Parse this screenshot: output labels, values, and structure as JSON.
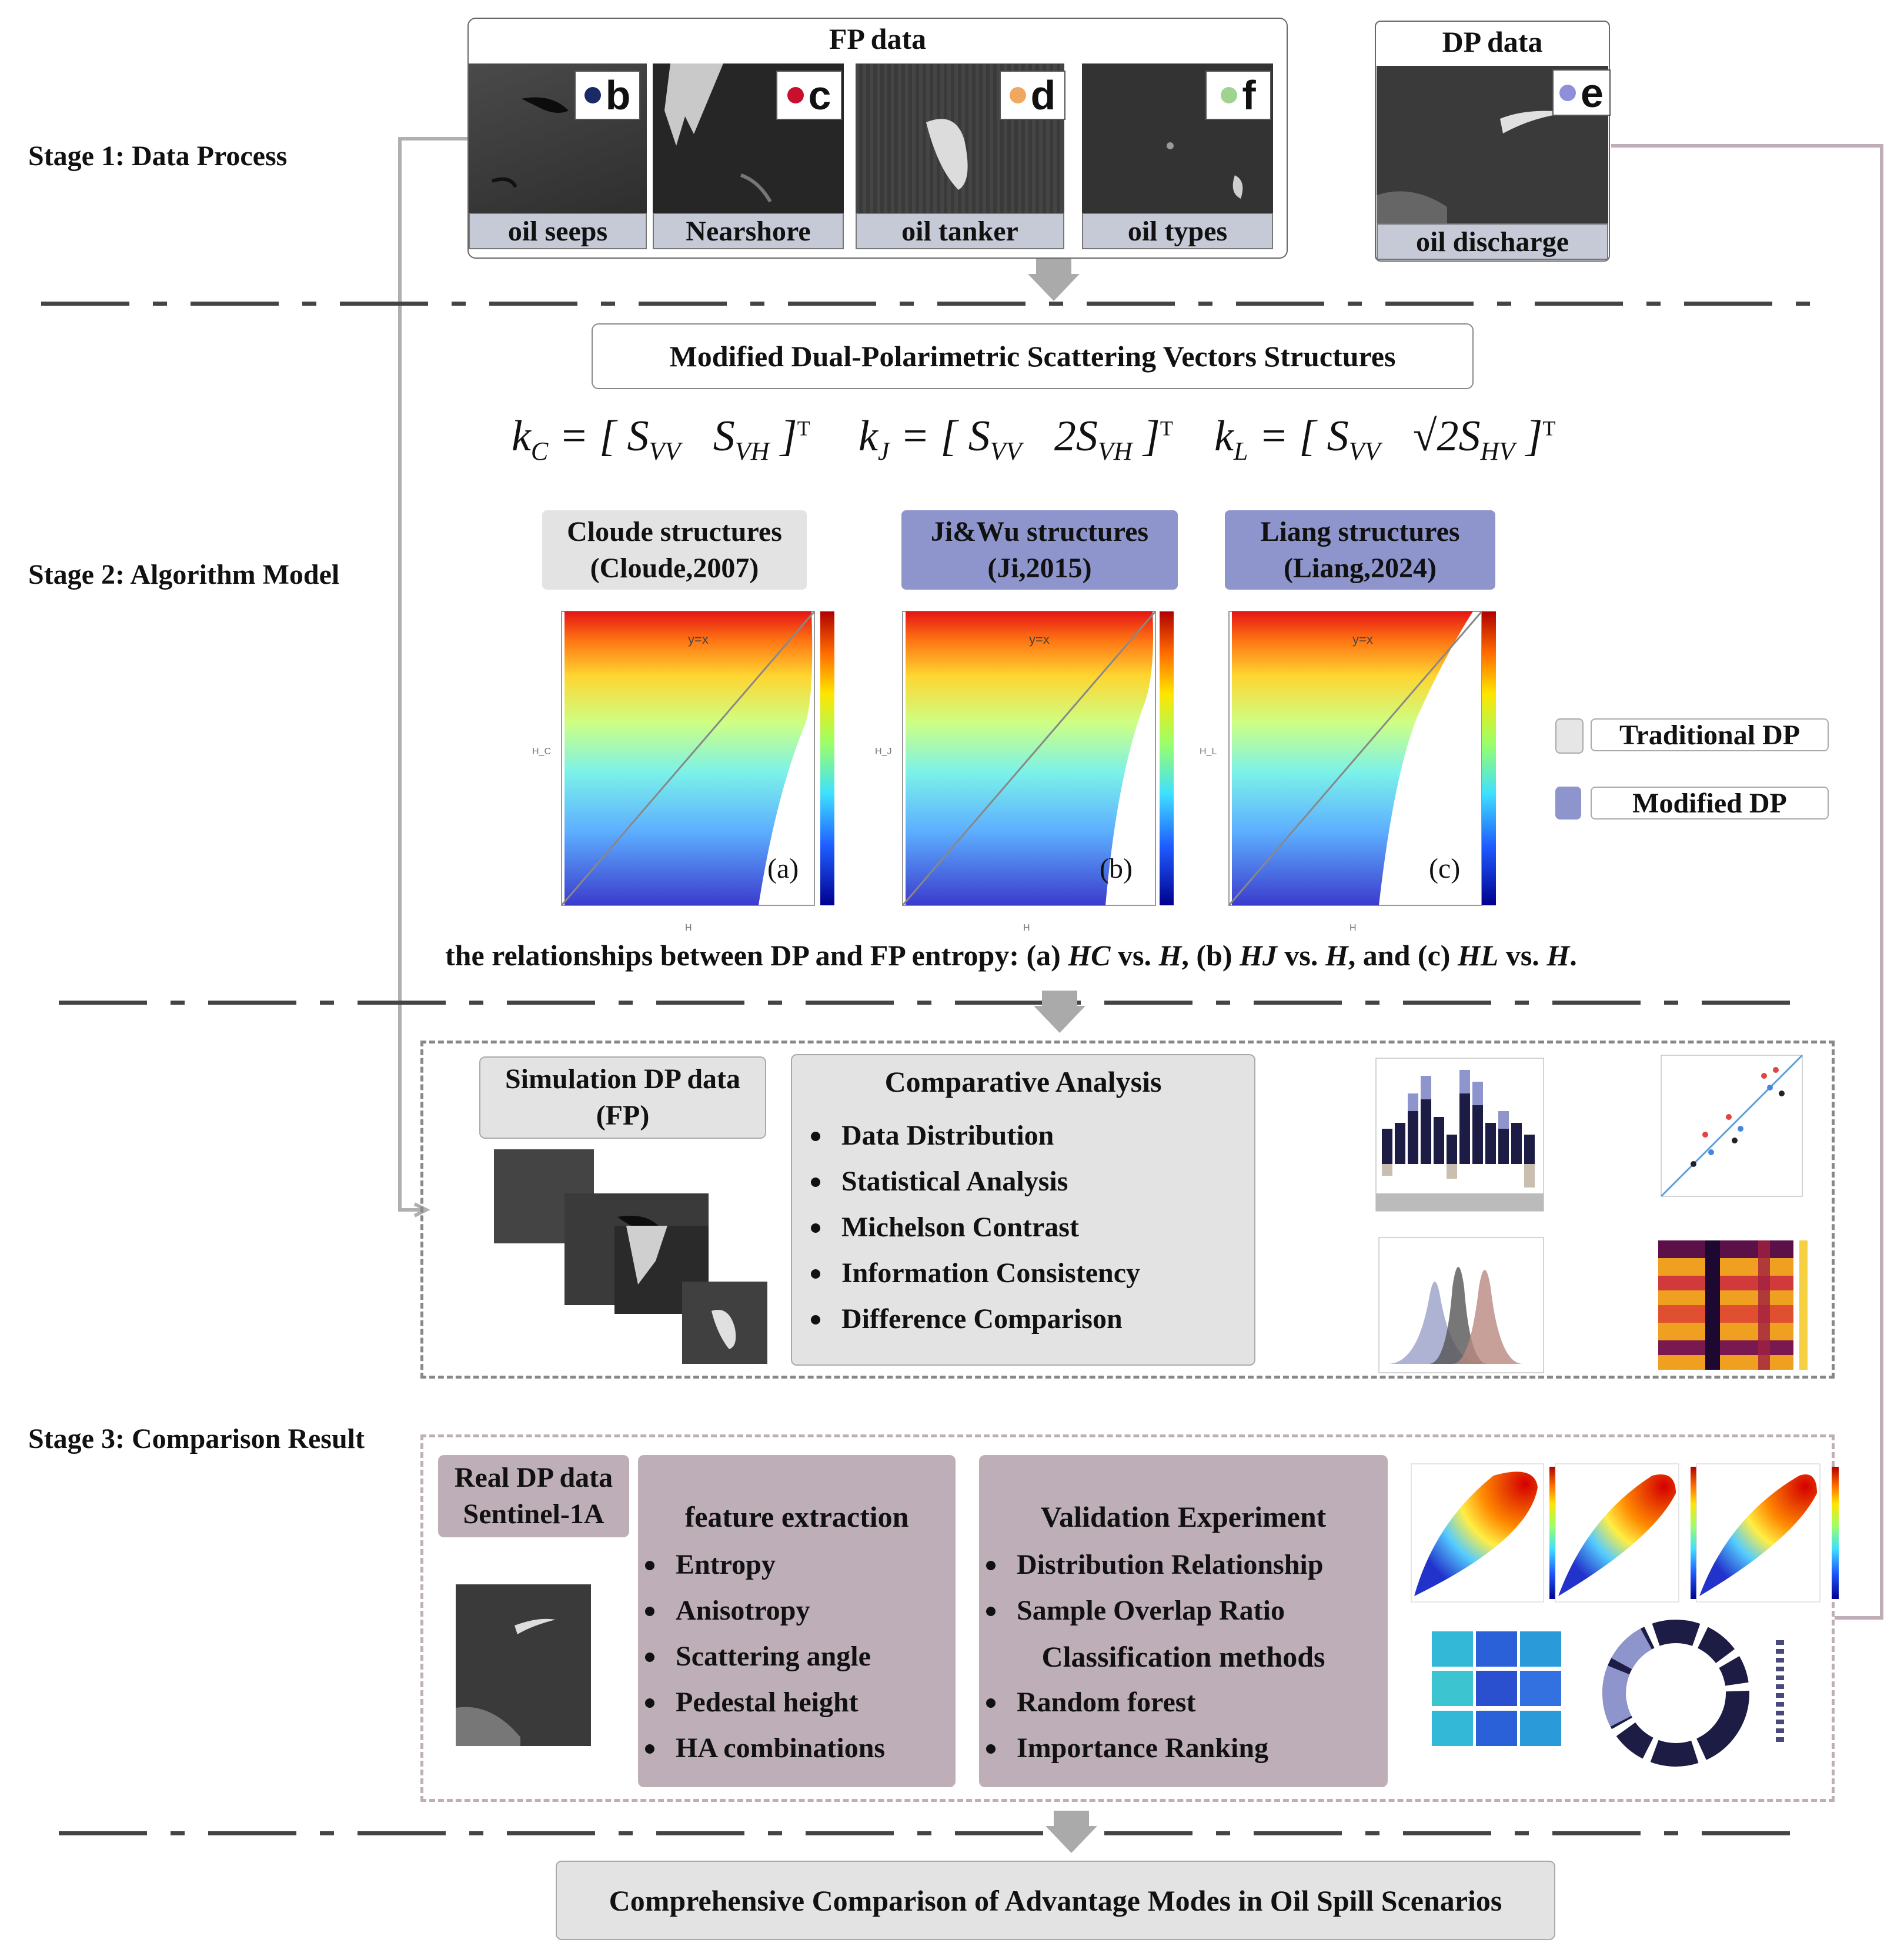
{
  "stages": {
    "s1": "Stage 1: Data Process",
    "s2": "Stage 2: Algorithm Model",
    "s3": "Stage 3: Comparison Result"
  },
  "fp": {
    "title": "FP  data",
    "panels": [
      {
        "badge": "b",
        "caption": "oil seeps",
        "color": "#1a2a66"
      },
      {
        "badge": "c",
        "caption": "Nearshore",
        "color": "#c8102e"
      },
      {
        "badge": "d",
        "caption": "oil tanker",
        "color": "#f0a860"
      },
      {
        "badge": "f",
        "caption": "oil types",
        "color": "#9fd38f"
      }
    ]
  },
  "dp": {
    "title": "DP data",
    "badge": "e",
    "caption": "oil discharge",
    "color": "#8e8fd8"
  },
  "structures_title": "Modified Dual-Polarimetric Scattering Vectors Structures",
  "structures": [
    {
      "line1": "Cloude structures",
      "line2": "(Cloude,2007)",
      "bg": "#e3e3e3"
    },
    {
      "line1": "Ji&Wu structures",
      "line2": "(Ji,2015)",
      "bg": "#8d95cc"
    },
    {
      "line1": "Liang structures",
      "line2": "(Liang,2024)",
      "bg": "#8d95cc"
    }
  ],
  "plots": [
    {
      "tag": "(a)",
      "ylabel": "H_C",
      "xlabel": "H",
      "diag": "y=x"
    },
    {
      "tag": "(b)",
      "ylabel": "H_J",
      "xlabel": "H",
      "diag": "y=x"
    },
    {
      "tag": "(c)",
      "ylabel": "H_L",
      "xlabel": "H",
      "diag": "y=x"
    }
  ],
  "legend": [
    {
      "label": "Traditional DP",
      "color": "#e6e6e6"
    },
    {
      "label": "Modified DP",
      "color": "#8d95cc"
    }
  ],
  "relationship": {
    "pre": "the relationships between DP and FP entropy: (a) ",
    "hc": "HC",
    "vs1": " vs. ",
    "h1": "H",
    "mid1": ", (b) ",
    "hj": "HJ",
    "vs2": " vs. ",
    "h2": "H",
    "mid2": ", and (c) ",
    "hl": "HL",
    "vs3": " vs. ",
    "h3": "H",
    "end": "."
  },
  "simulation": {
    "line1": "Simulation DP data",
    "line2": "(FP)"
  },
  "comparative": {
    "title": "Comparative Analysis",
    "items": [
      "Data Distribution",
      "Statistical Analysis",
      "Michelson Contrast",
      "Information Consistency",
      "Difference Comparison"
    ]
  },
  "real": {
    "line1": "Real DP data",
    "line2": "Sentinel-1A"
  },
  "feature": {
    "title": "feature extraction",
    "items": [
      "Entropy",
      "Anisotropy",
      "Scattering angle",
      "Pedestal height",
      "HA combinations"
    ]
  },
  "validation": {
    "title": "Validation Experiment",
    "items1": [
      "Distribution Relationship",
      "Sample Overlap Ratio"
    ],
    "subtitle": "Classification methods",
    "items2": [
      "Random forest",
      "Importance Ranking"
    ]
  },
  "final": "Comprehensive Comparison of Advantage Modes in Oil Spill Scenarios",
  "colors": {
    "gray_box": "#e3e3e3",
    "mauve_box": "#bdaeb7",
    "blue_box": "#8d95cc",
    "caption": "#c6c9d6"
  }
}
